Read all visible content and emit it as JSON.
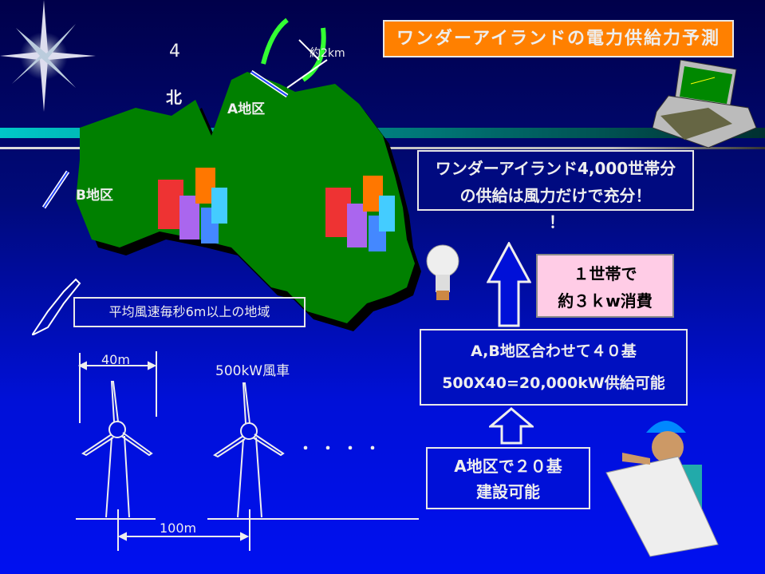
{
  "title": "ワンダーアイランドの電力供給力予測",
  "map": {
    "north_symbol": "4",
    "north_label": "北",
    "area_a": "A地区",
    "area_b": "B地区",
    "distance": "約2km",
    "region_note": "平均風速毎秒6m以上の地域"
  },
  "turbines": {
    "width_label": "40m",
    "spacing_label": "100m",
    "turbine_label": "500kW風車",
    "ellipsis": "・・・・"
  },
  "messages": {
    "summary_line1": "ワンダーアイランド4,000世帯分",
    "summary_line2": "の供給は風力だけで充分！",
    "summary_excl": "！",
    "household_line1": "１世帯で",
    "household_line2": "約３ｋw消費",
    "total_line1": "A,B地区合わせて４０基",
    "total_line2": "500X40=20,000kW供給可能",
    "area_a_line1": "A地区で２０基",
    "area_a_line2": "建設可能"
  },
  "colors": {
    "title_bg": "#ff8000",
    "island": "#008000",
    "pink": "#ffcce6",
    "teal": "#00c8c8"
  }
}
